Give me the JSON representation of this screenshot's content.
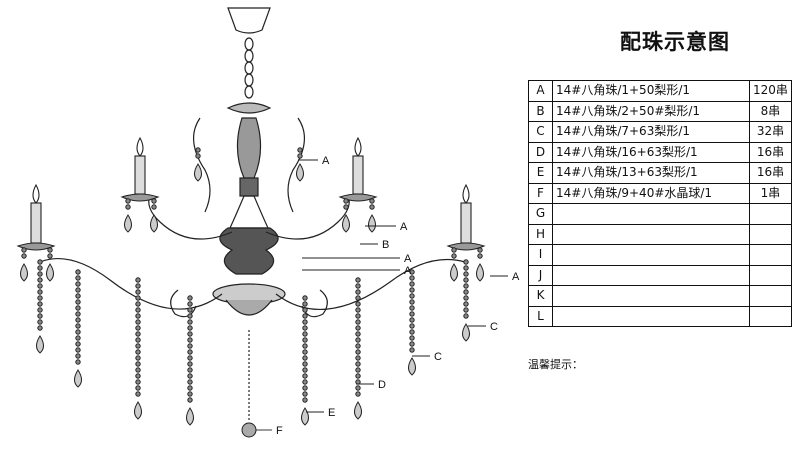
{
  "title": "配珠示意图",
  "watermark": "",
  "note": "温馨提示：",
  "table": [
    {
      "letter": "A",
      "desc": "14#八角珠/1+50梨形/1",
      "qty": "120串"
    },
    {
      "letter": "B",
      "desc": "14#八角珠/2+50#梨形/1",
      "qty": "8串"
    },
    {
      "letter": "C",
      "desc": "14#八角珠/7+63梨形/1",
      "qty": "32串"
    },
    {
      "letter": "D",
      "desc": "14#八角珠/16+63梨形/1",
      "qty": "16串"
    },
    {
      "letter": "E",
      "desc": "14#八角珠/13+63梨形/1",
      "qty": "16串"
    },
    {
      "letter": "F",
      "desc": "14#八角珠/9+40#水晶球/1",
      "qty": "1串"
    },
    {
      "letter": "G",
      "desc": "",
      "qty": ""
    },
    {
      "letter": "H",
      "desc": "",
      "qty": ""
    },
    {
      "letter": "I",
      "desc": "",
      "qty": ""
    },
    {
      "letter": "J",
      "desc": "",
      "qty": ""
    },
    {
      "letter": "K",
      "desc": "",
      "qty": ""
    },
    {
      "letter": "L",
      "desc": "",
      "qty": ""
    }
  ],
  "callouts": {
    "a1": "A",
    "a2": "A",
    "b1": "B",
    "a3": "A",
    "a4": "A",
    "a5": "A",
    "c1": "C",
    "c2": "C",
    "d1": "D",
    "e1": "E",
    "f1": "F"
  }
}
